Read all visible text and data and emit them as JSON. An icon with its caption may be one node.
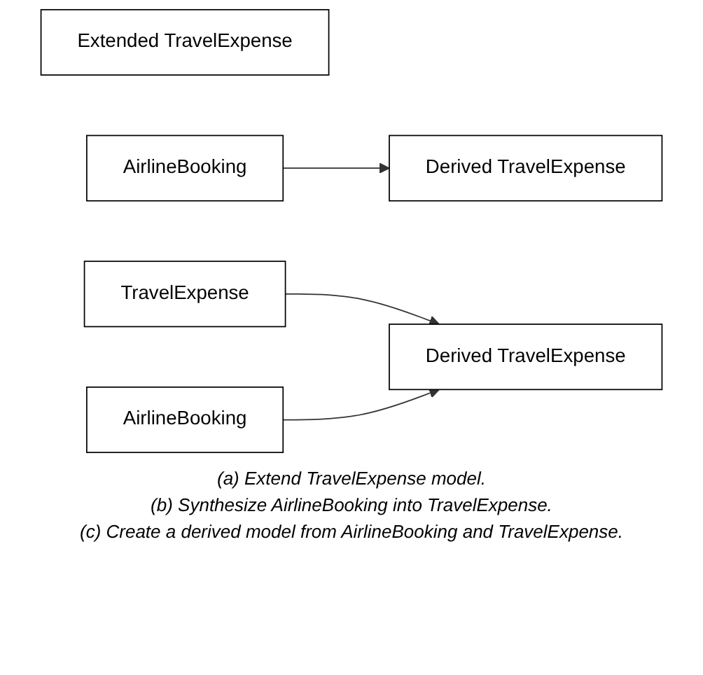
{
  "diagram": {
    "nodes": [
      {
        "text": [
          "Extended TravelExpense"
        ]
      },
      {
        "text": [
          "AirlineBooking"
        ]
      },
      {
        "text": [
          "Derived TravelExpense"
        ]
      },
      {
        "text": [
          "TravelExpense"
        ]
      },
      {
        "text": [
          "Derived TravelExpense"
        ]
      },
      {
        "text": [
          "AirlineBooking"
        ]
      }
    ],
    "edges": [
      {
        "from": 1,
        "to": 2,
        "arrow": "to"
      },
      {
        "from": 3,
        "to": 4,
        "arrow": "to"
      },
      {
        "from": 5,
        "to": 4,
        "arrow": "to"
      }
    ],
    "labels": [
      "(a) Extend TravelExpense model.",
      "(b) Synthesize AirlineBooking into TravelExpense.",
      "(c) Create a derived model from AirlineBooking and TravelExpense."
    ]
  }
}
